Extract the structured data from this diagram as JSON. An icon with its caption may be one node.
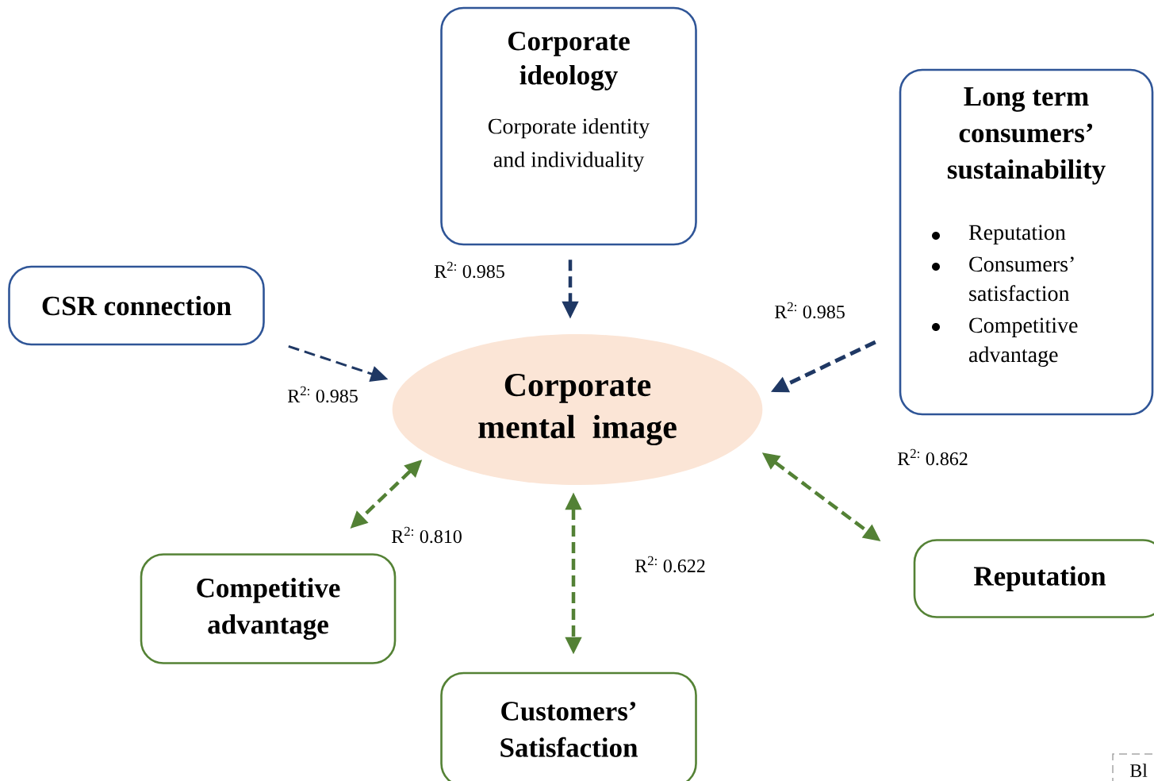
{
  "diagram": {
    "nodes": [
      {
        "text": [
          "Corporate ideology",
          "Corporate identity and individuality"
        ]
      },
      {
        "text": [
          "Long term consumers’ sustainability",
          "Reputation",
          "Consumers’ satisfaction",
          "Competitive advantage"
        ]
      },
      {
        "text": [
          "CSR connection"
        ]
      },
      {
        "text": [
          "Corporate mental image"
        ]
      },
      {
        "text": [
          "Competitive advantage"
        ]
      },
      {
        "text": [
          "Reputation"
        ]
      },
      {
        "text": [
          "Customers’ Satisfaction"
        ]
      }
    ],
    "edges": [
      {
        "from": 0,
        "to": 3,
        "arrow": "to",
        "label": "R$^{2:}$ 0.985",
        "style": "dashed",
        "color": "#1f3864"
      },
      {
        "from": 2,
        "to": 3,
        "arrow": "to",
        "label": "R$^{2:}$ 0.985",
        "style": "dashed",
        "color": "#1f3864"
      },
      {
        "from": 1,
        "to": 3,
        "arrow": "to",
        "label": "R$^{2:}$ 0.985",
        "style": "dashed",
        "color": "#1f3864"
      },
      {
        "from": 3,
        "to": 4,
        "arrow": "both",
        "label": "R$^{2:}$ 0.810",
        "style": "dashed",
        "color": "#538135"
      },
      {
        "from": 3,
        "to": 6,
        "arrow": "both",
        "label": "R$^{2:}$ 0.622",
        "style": "dashed",
        "color": "#538135"
      },
      {
        "from": 3,
        "to": 5,
        "arrow": "both",
        "label": "R$^{2:}$ 0.862",
        "style": "dashed",
        "color": "#538135"
      }
    ],
    "labels": [
      "Bl"
    ]
  }
}
